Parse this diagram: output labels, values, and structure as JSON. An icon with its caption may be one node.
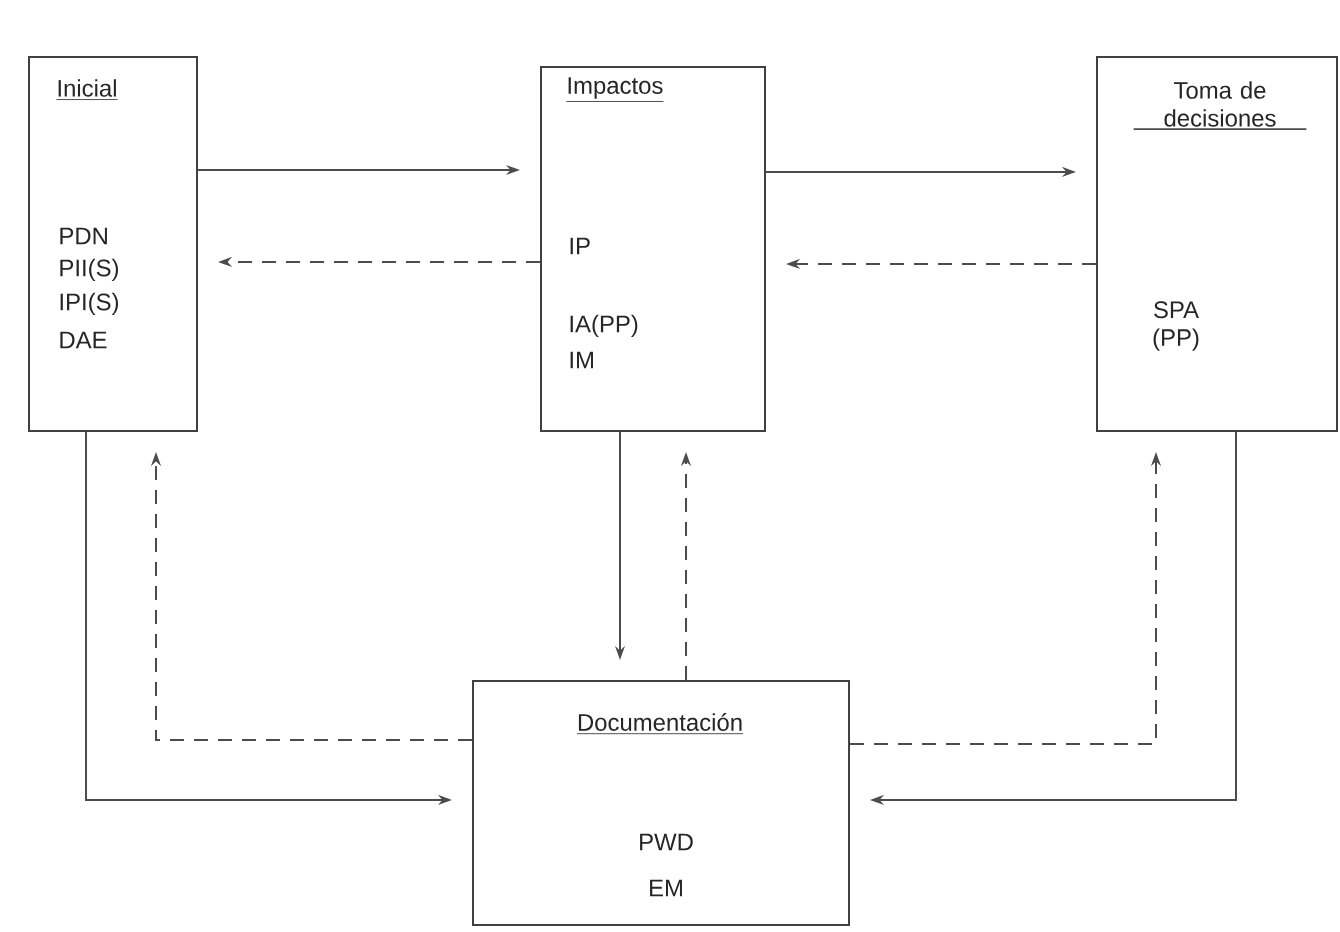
{
  "diagram": {
    "nodes": [
      {
        "text": [
          "Inicial",
          "PDN",
          "PII(S)",
          "IPI(S)",
          "DAE"
        ]
      },
      {
        "text": [
          "Impactos",
          "IP",
          "IA(PP)",
          "IM"
        ]
      },
      {
        "text": [
          "Toma de decisiones",
          "SPA (PP)"
        ]
      },
      {
        "text": [
          "Documentación",
          "PWD",
          "EM"
        ]
      }
    ],
    "edges": [
      {
        "from": 0,
        "to": 1,
        "arrow": "to"
      },
      {
        "from": 1,
        "to": 0,
        "arrow": "to",
        "style": "dashed"
      },
      {
        "from": 1,
        "to": 2,
        "arrow": "to"
      },
      {
        "from": 2,
        "to": 1,
        "arrow": "to",
        "style": "dashed"
      },
      {
        "from": 1,
        "to": 3,
        "arrow": "to"
      },
      {
        "from": 3,
        "to": 1,
        "arrow": "to",
        "style": "dashed"
      },
      {
        "from": 0,
        "to": 3,
        "arrow": "to"
      },
      {
        "from": 3,
        "to": 0,
        "arrow": "to",
        "style": "dashed"
      },
      {
        "from": 2,
        "to": 3,
        "arrow": "to"
      },
      {
        "from": 3,
        "to": 2,
        "arrow": "to",
        "style": "dashed"
      }
    ]
  }
}
